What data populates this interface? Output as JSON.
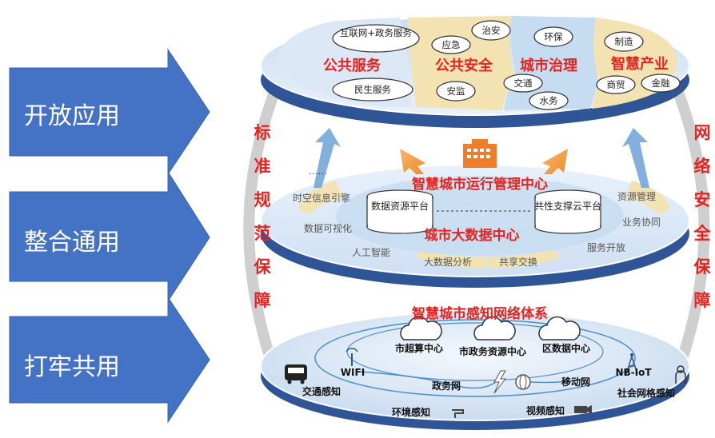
{
  "left_arrows": [
    {
      "label": "开放应用"
    },
    {
      "label": "整合通用"
    },
    {
      "label": "打牢共用"
    }
  ],
  "left_pillar": {
    "chars": [
      "标",
      "准",
      "规",
      "范",
      "保",
      "障"
    ]
  },
  "right_pillar": {
    "chars": [
      "网",
      "络",
      "安",
      "全",
      "保",
      "障"
    ]
  },
  "top_layer": {
    "sections": [
      {
        "title": "公共服务",
        "items": [
          "互联网+政务服务",
          "民生服务"
        ]
      },
      {
        "title": "公共安全",
        "items": [
          "治安",
          "应急",
          "安监"
        ]
      },
      {
        "title": "城市治理",
        "items": [
          "环保",
          "交通",
          "水务"
        ]
      },
      {
        "title": "智慧产业",
        "items": [
          "制造",
          "商贸",
          "金融"
        ]
      }
    ]
  },
  "middle_layer": {
    "center_title": "智慧城市运行管理中心",
    "data_center_title": "城市大数据中心",
    "platforms": [
      "数据资源平台",
      "共性支撑云平台"
    ],
    "left_items": [
      "时空信息引擎",
      "数据可视化",
      "人工智能"
    ],
    "right_items": [
      "资源管理",
      "业务协同",
      "服务开放"
    ],
    "bottom_items": [
      "大数据分析",
      "共享交换"
    ],
    "dots": "......"
  },
  "bottom_layer": {
    "title": "智慧城市感知网络体系",
    "clouds": [
      "市超算中心",
      "市政务资源中心",
      "区数据中心"
    ],
    "network_labels": [
      "WIFI",
      "政务网",
      "移动网",
      "NB-IoT"
    ],
    "sensing_labels": [
      "交通感知",
      "环境感知",
      "视频感知",
      "社会网格感知"
    ]
  },
  "colors": {
    "arrow": "#4472c4",
    "red": "#e8231f",
    "disk_dark": "#2f5597",
    "disk_light": "#dbe7f5",
    "tan": "#f3e3b3",
    "pale": "#c6dcf0"
  }
}
